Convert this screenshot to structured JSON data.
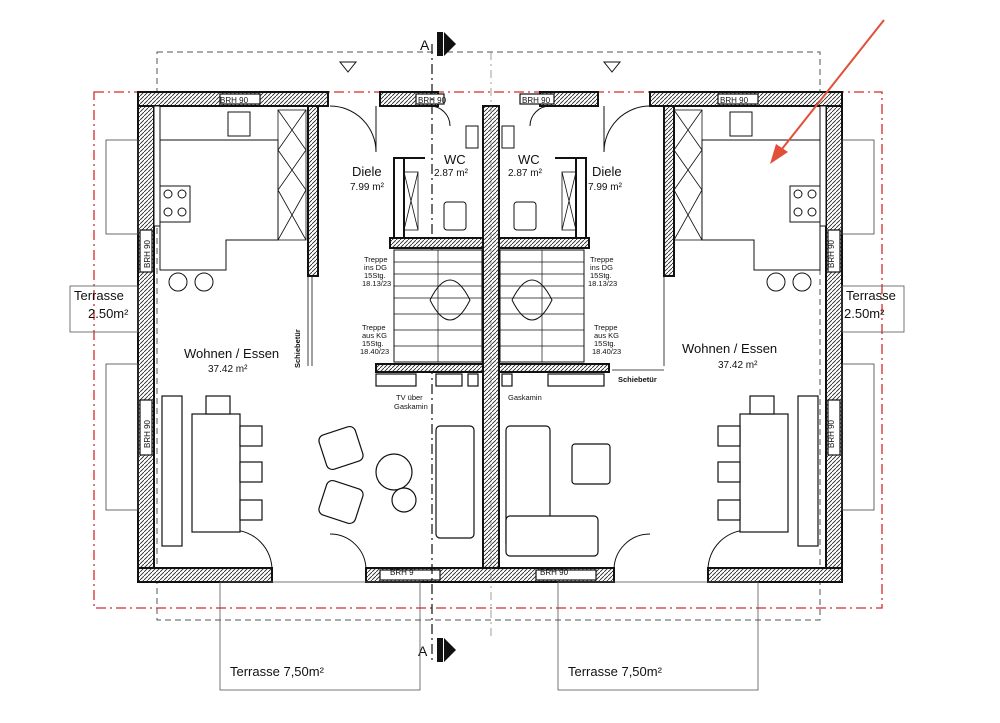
{
  "section_mark": "A",
  "brh": "BRH 90",
  "brh_short": "BRH 9",
  "rooms": {
    "diele_label": "Diele",
    "diele_area": "7.99 m²",
    "wc_label": "WC",
    "wc_area": "2.87 m²",
    "wohnen_label": "Wohnen / Essen",
    "wohnen_area": "37.42 m²"
  },
  "terrace_side": {
    "label": "Terrasse",
    "area": "2.50m²"
  },
  "terrace_bottom": "Terrasse 7,50m²",
  "stairs": {
    "up": [
      "Treppe",
      "ins DG",
      "15Stg.",
      "18.13/23"
    ],
    "down": [
      "Treppe",
      "aus KG",
      "15Stg.",
      "18.40/23"
    ]
  },
  "schiebetuer": "Schiebetür",
  "tv_note": [
    "TV über",
    "Gaskamin"
  ],
  "gaskamin": "Gaskamin",
  "colors": {
    "wall": "#1a1a1a",
    "outline_red": "#d62b2b",
    "arrow": "#e0503a"
  }
}
